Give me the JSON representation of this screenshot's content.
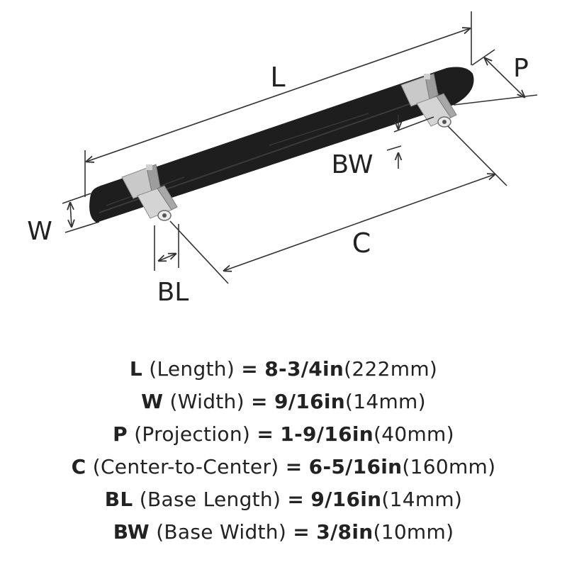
{
  "labels": {
    "L": "L",
    "P": "P",
    "W": "W",
    "BW": "BW",
    "C": "C",
    "BL": "BL"
  },
  "colors": {
    "handle": "#1e1e1e",
    "hardware": "#c9c9c9",
    "lines": "#333333"
  },
  "specs": [
    {
      "code": "L",
      "name": "(Length)",
      "eq": "=",
      "value": "8-3/4in",
      "metric": "(222mm)"
    },
    {
      "code": "W",
      "name": "(Width)",
      "eq": "=",
      "value": "9/16in",
      "metric": "(14mm)"
    },
    {
      "code": "P",
      "name": "(Projection)",
      "eq": "=",
      "value": "1-9/16in",
      "metric": "(40mm)"
    },
    {
      "code": "C",
      "name": "(Center-to-Center)",
      "eq": "=",
      "value": "6-5/16in",
      "metric": "(160mm)"
    },
    {
      "code": "BL",
      "name": "(Base Length)",
      "eq": "=",
      "value": "9/16in",
      "metric": "(14mm)"
    },
    {
      "code": "BW",
      "name": "(Base Width)",
      "eq": "=",
      "value": "3/8in",
      "metric": "(10mm)"
    }
  ]
}
